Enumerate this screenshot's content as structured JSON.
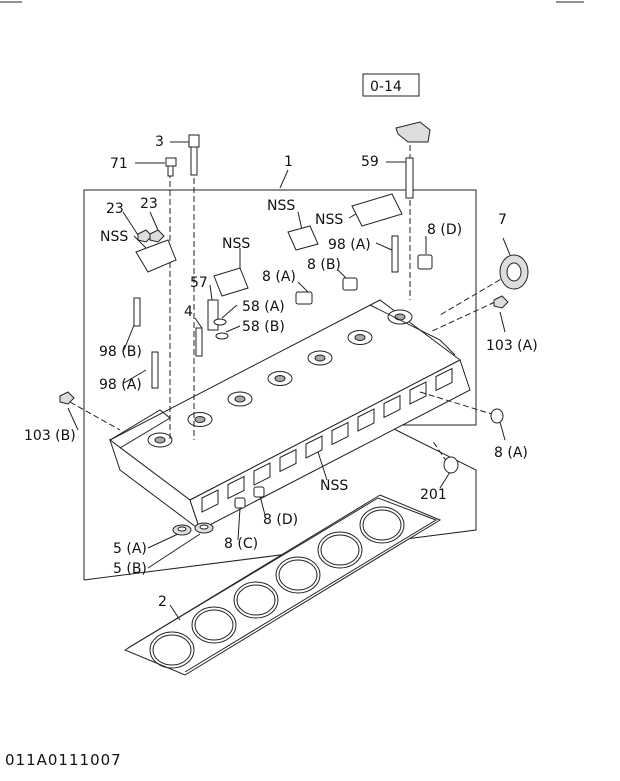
{
  "ref_box": "0-14",
  "diagram_code": "011A0111007",
  "callouts": {
    "c1": "1",
    "c2": "2",
    "c3": "3",
    "c4": "4",
    "c7": "7",
    "c23a": "23",
    "c23b": "23",
    "c57": "57",
    "c59": "59",
    "c71": "71",
    "c5a": "5 (A)",
    "c5b": "5 (B)",
    "c8a_top": "8 (A)",
    "c8b": "8 (B)",
    "c8d_top": "8 (D)",
    "c8a_right": "8 (A)",
    "c8c": "8 (C)",
    "c8d_bottom": "8 (D)",
    "c58a": "58 (A)",
    "c58b": "58 (B)",
    "c98a_top": "98 (A)",
    "c98b": "98 (B)",
    "c98a_left": "98 (A)",
    "c103a": "103 (A)",
    "c103b": "103 (B)",
    "c201": "201",
    "nss1": "NSS",
    "nss2": "NSS",
    "nss3": "NSS",
    "nss4": "NSS",
    "nss5": "NSS"
  }
}
